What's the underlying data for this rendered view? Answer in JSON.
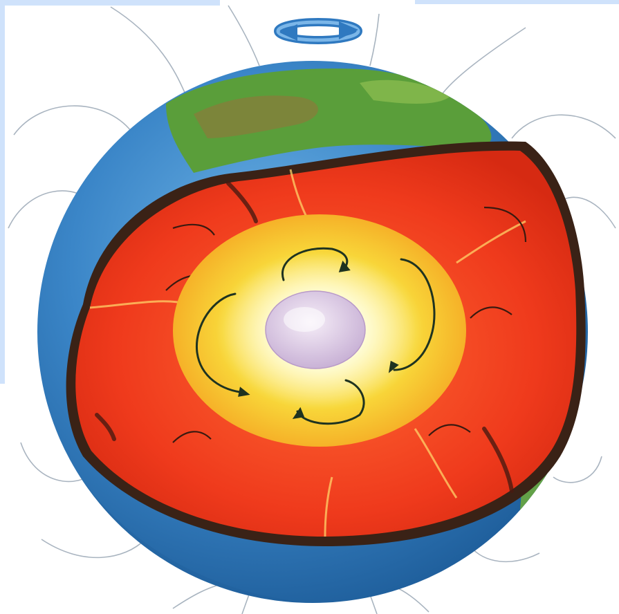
{
  "diagram": {
    "subject": "earth-interior-cutaway",
    "layers": [
      "crust",
      "mantle",
      "outer-core",
      "inner-core"
    ],
    "icons": {
      "rotation": "rotation-arrow-icon",
      "field_lines": "magnetic-field-lines"
    },
    "colors": {
      "ocean": "#3b86c8",
      "ocean_dark": "#1f5f9c",
      "land": "#5a9e3a",
      "crust": "#3a2216",
      "mantle": "#ef3a1c",
      "mantle_light": "#ff5a2e",
      "outer_core": "#f7c52a",
      "outer_core_light": "#fff27a",
      "inner_core": "#e6d3ec",
      "field_line": "#9aa7b5",
      "convection_arrow": "#1a2a1a",
      "overlay": "#cfe2fb"
    }
  }
}
